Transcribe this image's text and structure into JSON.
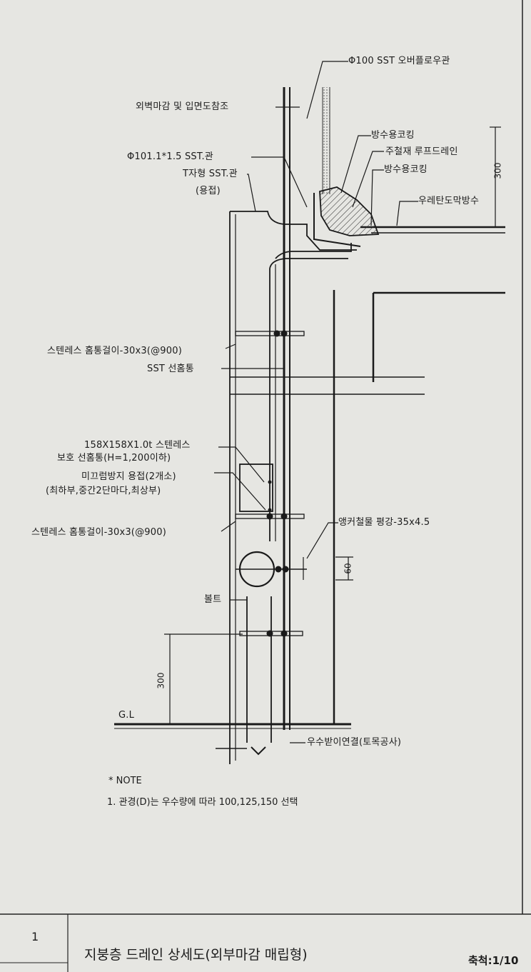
{
  "labels": {
    "overflow_pipe": "Φ100 SST 오버플로우관",
    "exterior_finish": "외벽마감 및 입면도참조",
    "waterproof_caulking_1": "방수용코킹",
    "cast_roof_drain": "주철재 루프드레인",
    "waterproof_caulking_2": "방수용코킹",
    "sst_pipe": "Φ101.1*1.5 SST.관",
    "t_pipe": "T자형 SST.관",
    "t_pipe_note": "(용접)",
    "urethane": "우레탄도막방수",
    "hanger_1": "스텐레스 홈통걸이-30x3(@900)",
    "sst_downpipe": "SST 선홈통",
    "guard_pipe_1": "158X158X1.0t 스텐레스",
    "guard_pipe_2": "보호 선홈통(H=1,200이하)",
    "weld_1": "미끄럼방지 용접(2개소)",
    "weld_2": "(최하부,중간2단마다,최상부)",
    "anchor": "앵커철물 평강-35x4.5",
    "hanger_2": "스텐레스 홈통걸이-30x3(@900)",
    "bolt": "볼트",
    "gl": "G.L",
    "rain_conn": "우수받이연결(토목공사)"
  },
  "dimensions": {
    "top_300": "300",
    "dim_60": "60",
    "bottom_300": "300"
  },
  "note": {
    "title": "* NOTE",
    "line1": "1. 관경(D)는 우수량에 따라 100,125,150 선택"
  },
  "title_block": {
    "number": "1",
    "title": "지붕층 드레인 상세도(외부마감 매립형)",
    "scale": "축척:1/10"
  }
}
